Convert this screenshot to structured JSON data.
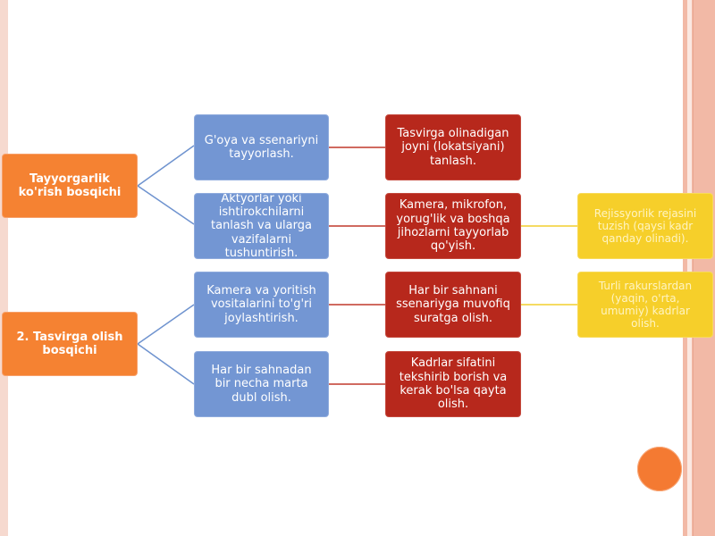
{
  "diagram": {
    "stages": [
      {
        "label": "Tayyorgarlik ko'rish bosqichi"
      },
      {
        "label": "2. Tasvirga olish bosqichi"
      }
    ],
    "column_blue": [
      {
        "label": "G'oya va ssenariyni tayyorlash."
      },
      {
        "label": "Aktyorlar yoki ishtirokchilarni tanlash va ularga vazifalarni tushuntirish."
      },
      {
        "label": "Kamera va yoritish vositalarini to'g'ri joylashtirish."
      },
      {
        "label": "Har bir sahnadan bir necha marta dubl olish."
      }
    ],
    "column_red": [
      {
        "label": "Tasvirga olinadigan joyni (lokatsiyani) tanlash."
      },
      {
        "label": "Kamera, mikrofon, yorug'lik va boshqa jihozlarni tayyorlab qo'yish."
      },
      {
        "label": "Har bir sahnani ssenariyga muvofiq suratga olish."
      },
      {
        "label": "Kadrlar sifatini tekshirib borish va kerak bo'lsa qayta olish."
      }
    ],
    "column_yellow": [
      {
        "label": "Rejissyorlik rejasini tuzish (qaysi kadr qanday olinadi)."
      },
      {
        "label": "Turli rakurslardan (yaqin, o'rta, umumiy) kadrlar olish."
      }
    ]
  },
  "colors": {
    "stage": "#f58232",
    "blue": "#7396d3",
    "red": "#b7281c",
    "yellow": "#f6cf2a",
    "connector_blue": "#6f93cf",
    "connector_red": "#c0392b",
    "connector_yellow": "#f2cf2e"
  }
}
